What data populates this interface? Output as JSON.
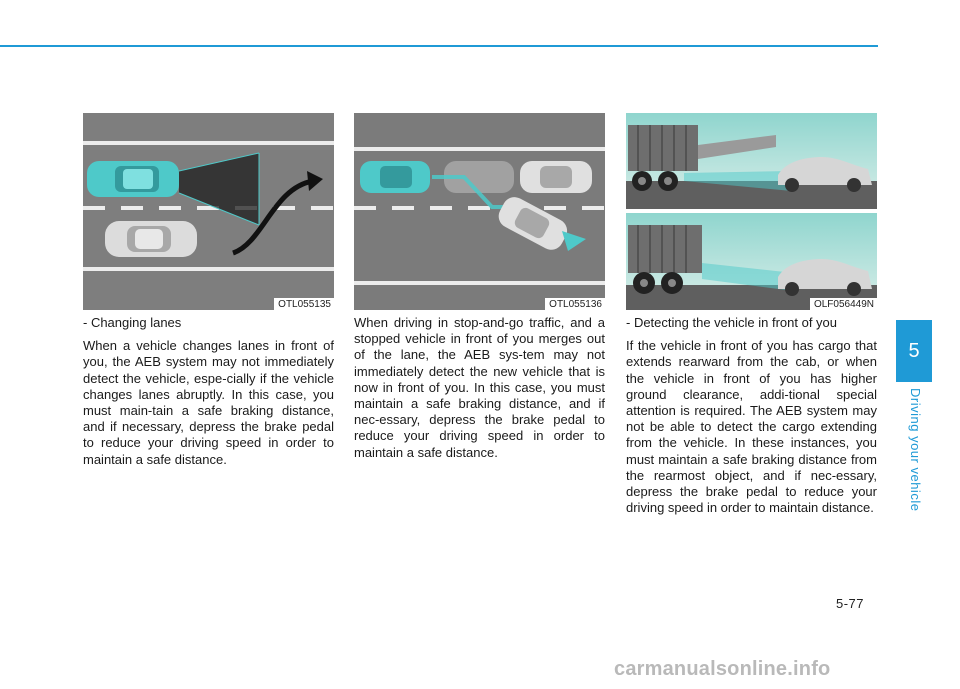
{
  "section": {
    "number": "5",
    "title": "Driving your vehicle"
  },
  "page_number": "5-77",
  "figures": [
    {
      "code": "OTL055135"
    },
    {
      "code": "OTL055136"
    },
    {
      "code": "OLF056449N"
    }
  ],
  "columns": [
    {
      "lead": "- Changing lanes",
      "body": "When a vehicle changes lanes in front of you, the AEB system may not immediately detect the vehicle, espe-cially if the vehicle changes lanes abruptly. In this case, you must main-tain a safe braking distance, and if necessary, depress the brake pedal to reduce your driving speed in order to maintain a safe distance."
    },
    {
      "body": "When driving in stop-and-go traffic, and a stopped vehicle in front of you merges out of the lane, the AEB sys-tem may not immediately detect the new vehicle that is now in front of you. In this case, you must maintain a safe braking distance, and if nec-essary, depress the brake pedal to reduce your driving speed in order to maintain a safe distance."
    },
    {
      "lead": "- Detecting the vehicle in front of you",
      "body": "If the vehicle in front of you has cargo that extends rearward from the cab, or when the vehicle in front of you has higher ground clearance, addi-tional special attention is required. The AEB system may not be able to detect the cargo extending from the vehicle. In these instances, you must maintain a safe braking distance from the rearmost object, and if nec-essary, depress the brake pedal to reduce your driving speed in order to maintain distance."
    }
  ],
  "watermark": "carmanualsonline.info",
  "colors": {
    "accent": "#1f9ad6",
    "road": "#7d7d7d",
    "own_vehicle": "#4ec9c9"
  }
}
